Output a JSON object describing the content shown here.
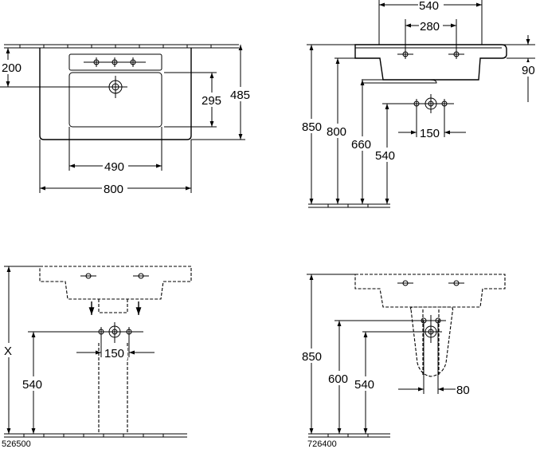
{
  "top_view": {
    "dim_200": "200",
    "dim_295": "295",
    "dim_485": "485",
    "dim_490": "490",
    "dim_800": "800"
  },
  "side_view": {
    "dim_540_top": "540",
    "dim_280": "280",
    "dim_90": "90",
    "dim_850": "850",
    "dim_800": "800",
    "dim_660": "660",
    "dim_540": "540",
    "dim_150": "150"
  },
  "pedestal_view": {
    "dim_x": "X",
    "dim_540": "540",
    "dim_150": "150",
    "code": "526500"
  },
  "semi_pedestal_view": {
    "dim_850": "850",
    "dim_600": "600",
    "dim_540": "540",
    "dim_80": "80",
    "code": "726400"
  }
}
